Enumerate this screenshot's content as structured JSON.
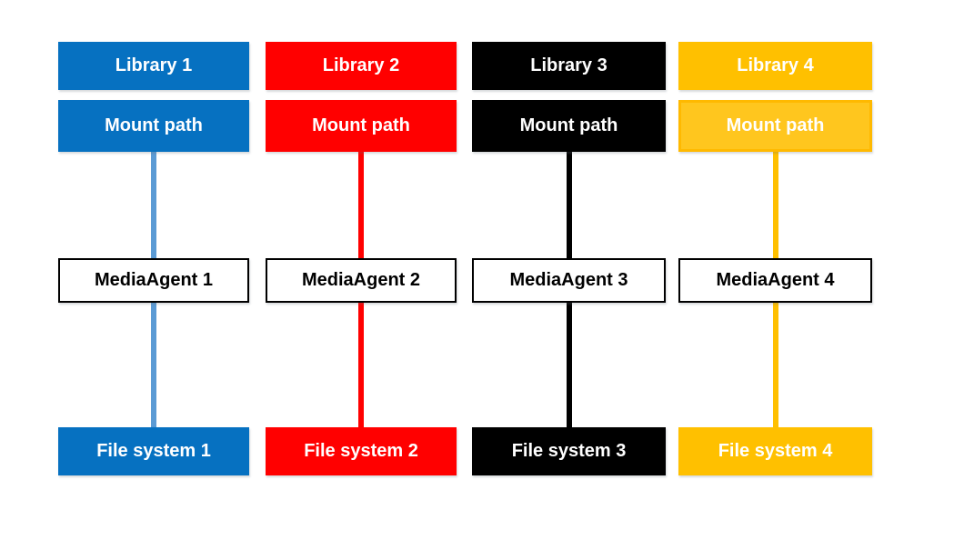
{
  "diagram": {
    "background_color": "#FFFFFF",
    "media_agent_box": {
      "fill": "#FFFFFF",
      "border": "#000000",
      "text_color": "#000000"
    },
    "columns": [
      {
        "library_label": "Library 1",
        "mount_path_label": "Mount path",
        "media_agent_label": "MediaAgent 1",
        "file_system_label": "File system 1",
        "box_color": "#0671C1",
        "mount_fill": "#0671C1",
        "mount_border": "#0671C1",
        "line_color": "#5B9BD5",
        "text_color": "#FFFFFF"
      },
      {
        "library_label": "Library 2",
        "mount_path_label": "Mount path",
        "media_agent_label": "MediaAgent 2",
        "file_system_label": "File system 2",
        "box_color": "#FF0000",
        "mount_fill": "#FF0000",
        "mount_border": "#FF0000",
        "line_color": "#FF0000",
        "text_color": "#FFFFFF"
      },
      {
        "library_label": "Library 3",
        "mount_path_label": "Mount path",
        "media_agent_label": "MediaAgent 3",
        "file_system_label": "File system 3",
        "box_color": "#000000",
        "mount_fill": "#000000",
        "mount_border": "#000000",
        "line_color": "#000000",
        "text_color": "#FFFFFF"
      },
      {
        "library_label": "Library 4",
        "mount_path_label": "Mount path",
        "media_agent_label": "MediaAgent 4",
        "file_system_label": "File system 4",
        "box_color": "#FFC000",
        "mount_fill": "#FFC61E",
        "mount_border": "#FFB900",
        "line_color": "#FFC000",
        "text_color": "#FFFFFF"
      }
    ]
  }
}
